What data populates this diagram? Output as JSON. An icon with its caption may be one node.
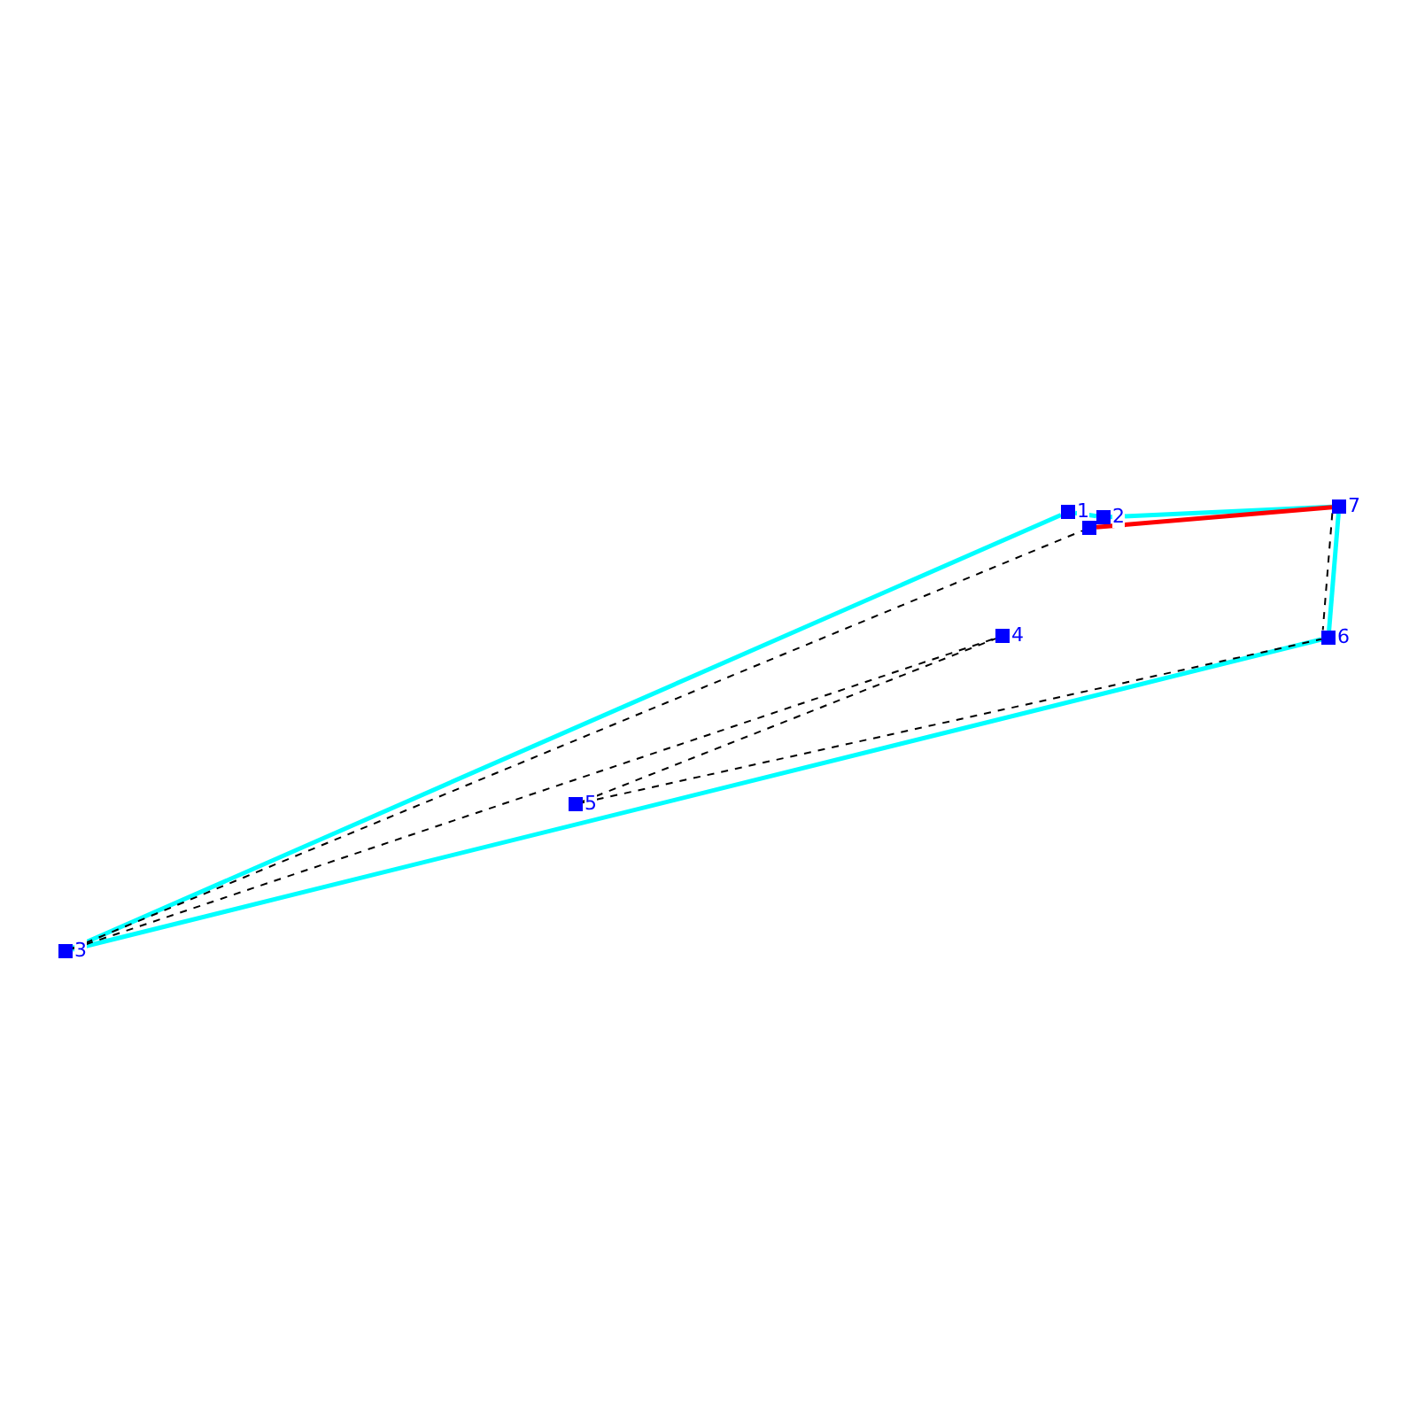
{
  "diagram": {
    "nodes": [
      {
        "text": [
          "1"
        ]
      },
      {
        "text": [
          "2"
        ]
      },
      {
        "text": [],
        "shape": "box"
      },
      {
        "text": [
          "3"
        ]
      },
      {
        "text": [
          "4"
        ]
      },
      {
        "text": [
          "5"
        ]
      },
      {
        "text": [
          "6"
        ]
      },
      {
        "text": [
          "7"
        ]
      }
    ],
    "edges": [
      {
        "from": 3,
        "to": 0,
        "arrow": "none"
      },
      {
        "from": 0,
        "to": 1,
        "arrow": "none"
      },
      {
        "from": 1,
        "to": 7,
        "arrow": "none"
      },
      {
        "from": 7,
        "to": 6,
        "arrow": "none"
      },
      {
        "from": 6,
        "to": 3,
        "arrow": "none"
      },
      {
        "from": 2,
        "to": 7,
        "arrow": "none",
        "color": "#ff0000"
      },
      {
        "from": 3,
        "to": 2,
        "arrow": "none",
        "style": "dashed",
        "color": "#000000"
      },
      {
        "from": 3,
        "to": 4,
        "arrow": "none",
        "style": "dashed",
        "color": "#000000"
      },
      {
        "from": 5,
        "to": 4,
        "arrow": "none",
        "style": "dashed",
        "color": "#000000"
      },
      {
        "from": 5,
        "to": 6,
        "arrow": "none",
        "style": "dashed",
        "color": "#000000"
      },
      {
        "from": 7,
        "to": 6,
        "arrow": "none",
        "style": "dashed",
        "color": "#000000"
      }
    ]
  }
}
